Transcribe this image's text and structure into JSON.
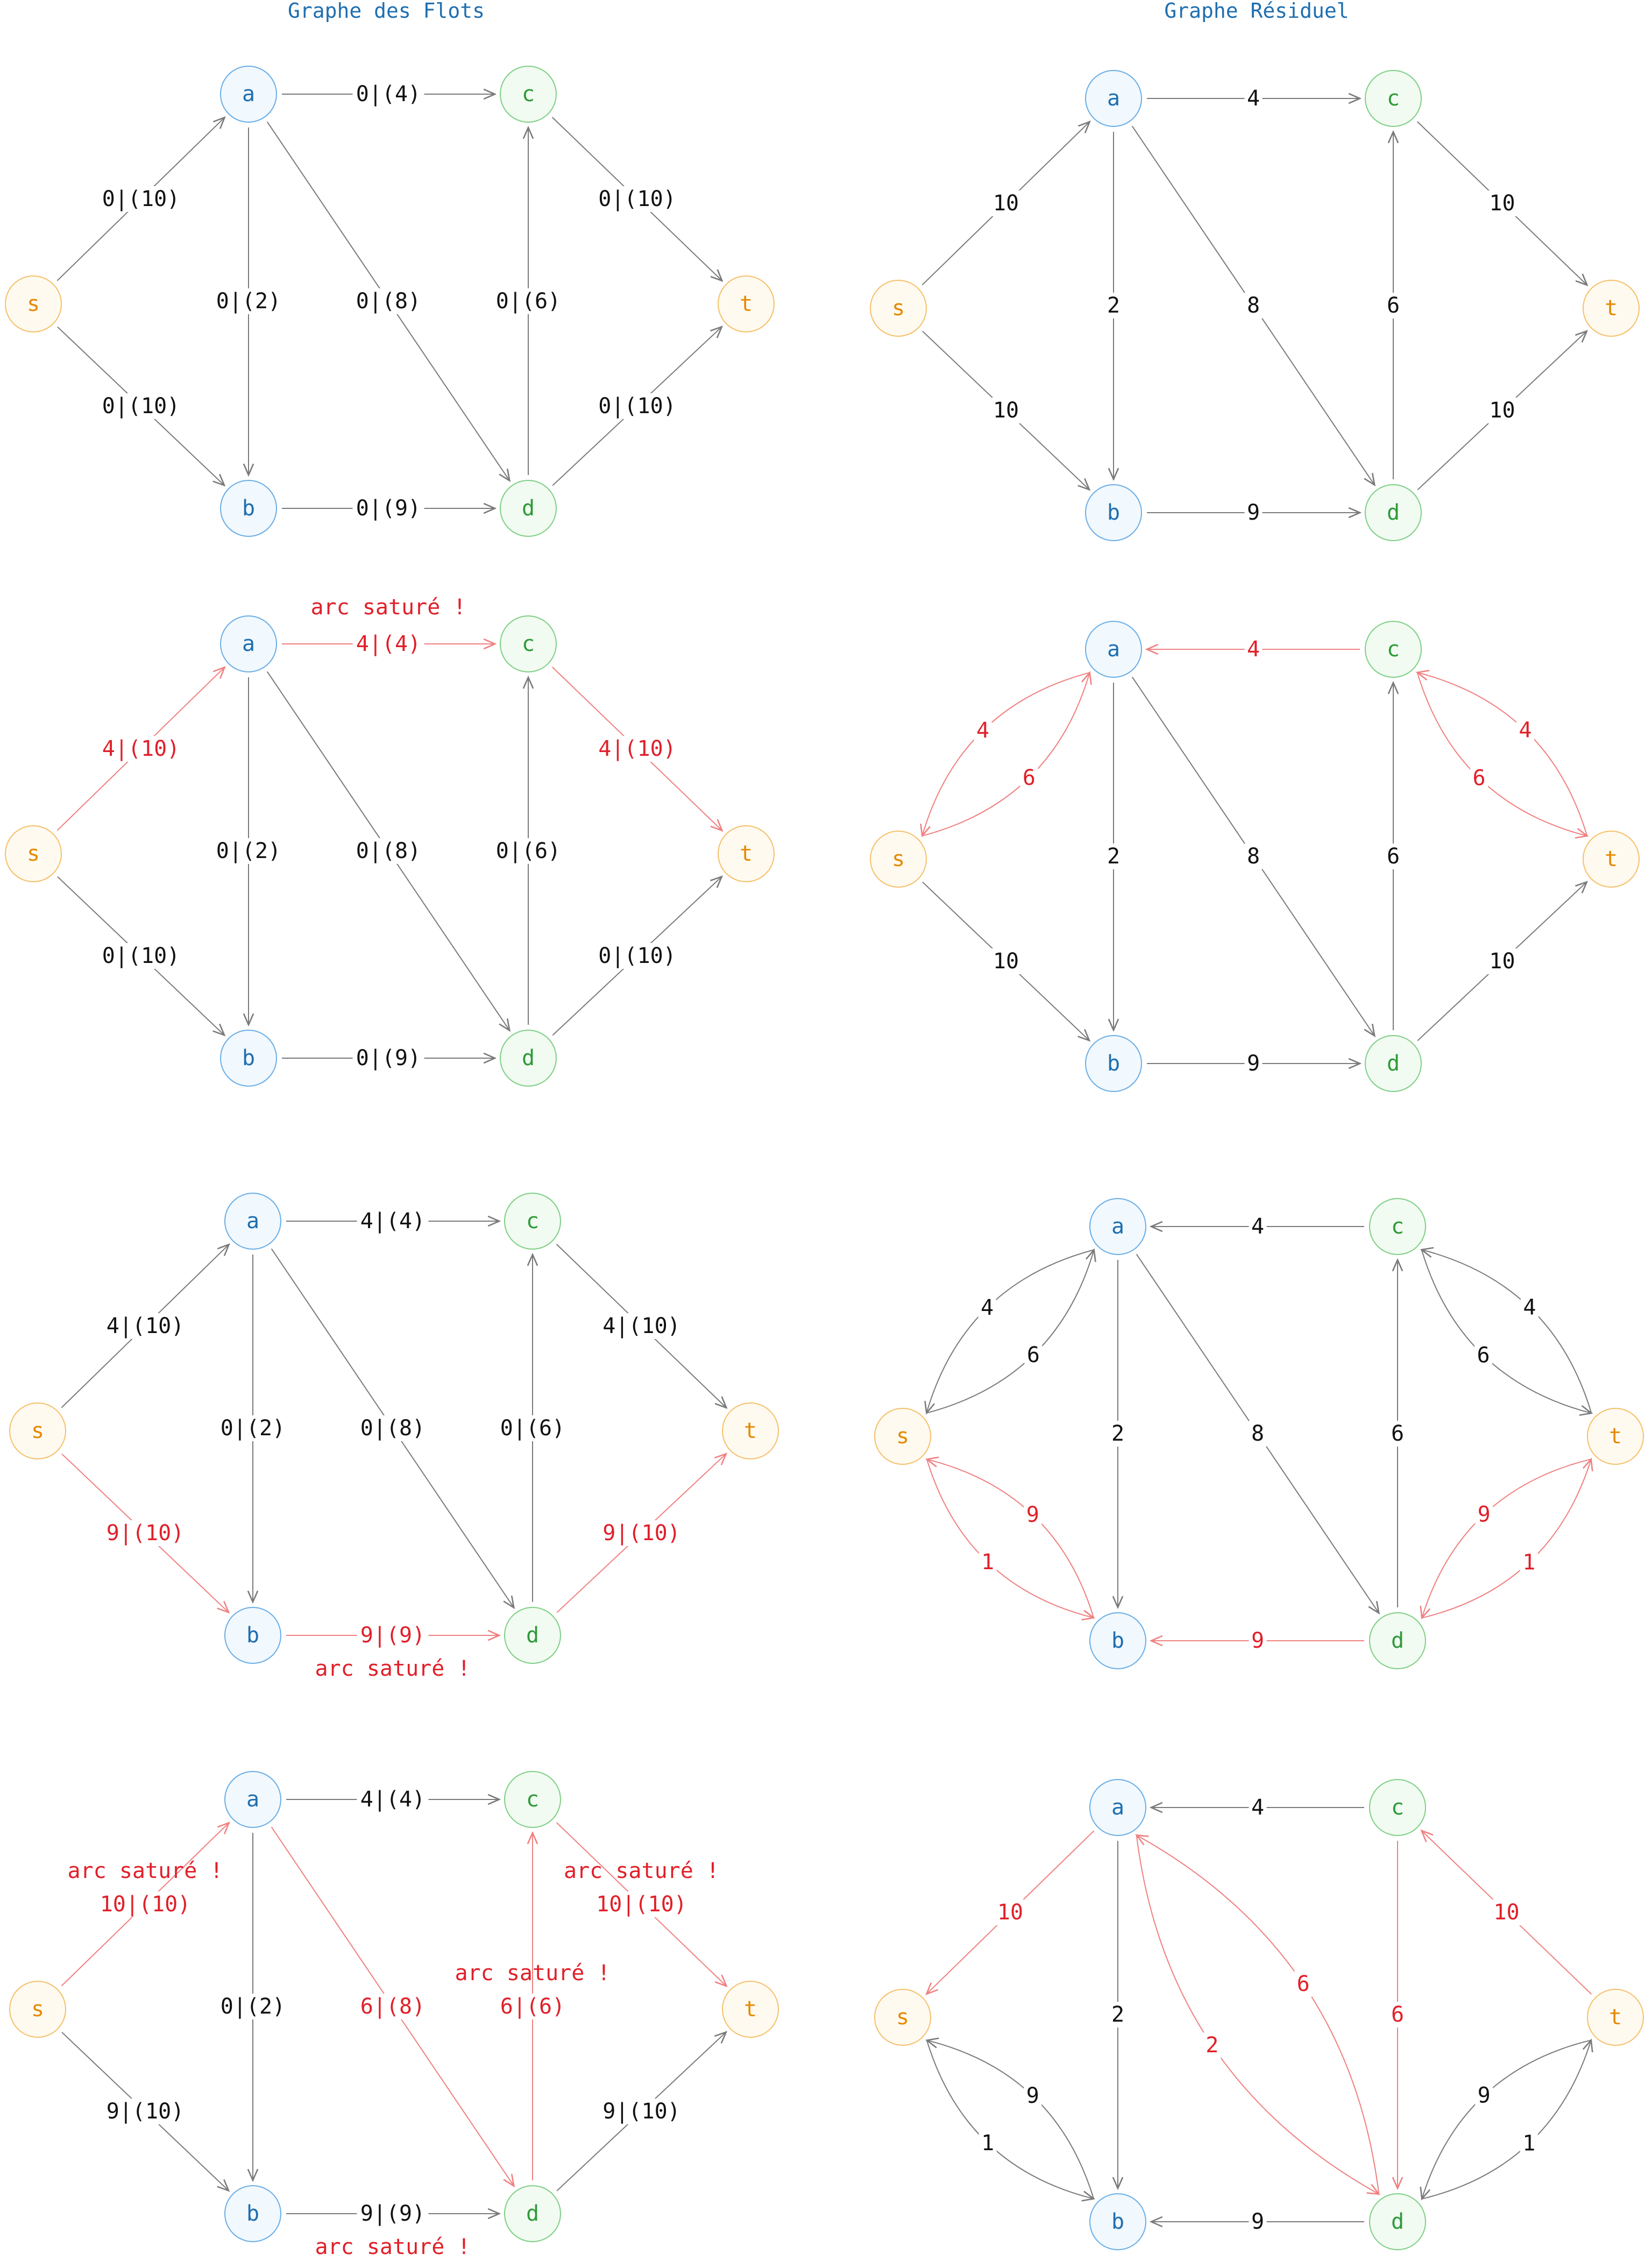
{
  "titles": {
    "left": "Graphe des Flots",
    "right": "Graphe Résiduel"
  },
  "colors": {
    "black_edge": "#7a7a7a",
    "red_edge": "#f08080",
    "red_text": "#e0202a",
    "black_text": "#111111",
    "blue_node": {
      "stroke": "#6aaee6",
      "fill": "#f1f8fe",
      "text": "#1f6fb0"
    },
    "green_node": {
      "stroke": "#7fcf86",
      "fill": "#f1fbf1",
      "text": "#2e9a3a"
    },
    "orange_node": {
      "stroke": "#f5c06a",
      "fill": "#fffaf0",
      "text": "#e58a00"
    }
  },
  "nodes": [
    {
      "id": "s",
      "label": "s",
      "group": "orange"
    },
    {
      "id": "a",
      "label": "a",
      "group": "blue"
    },
    {
      "id": "b",
      "label": "b",
      "group": "blue"
    },
    {
      "id": "c",
      "label": "c",
      "group": "green"
    },
    {
      "id": "d",
      "label": "d",
      "group": "green"
    },
    {
      "id": "t",
      "label": "t",
      "group": "orange"
    }
  ],
  "saturated_text": "arc saturé !",
  "panels": [
    {
      "side": "flow",
      "edges": [
        {
          "from": "s",
          "to": "a",
          "label": "0|(10)",
          "red": false
        },
        {
          "from": "s",
          "to": "b",
          "label": "0|(10)",
          "red": false
        },
        {
          "from": "a",
          "to": "c",
          "label": "0|(4)",
          "red": false
        },
        {
          "from": "a",
          "to": "b",
          "label": "0|(2)",
          "red": false
        },
        {
          "from": "a",
          "to": "d",
          "label": "0|(8)",
          "red": false
        },
        {
          "from": "b",
          "to": "d",
          "label": "0|(9)",
          "red": false
        },
        {
          "from": "d",
          "to": "c",
          "label": "0|(6)",
          "red": false
        },
        {
          "from": "c",
          "to": "t",
          "label": "0|(10)",
          "red": false
        },
        {
          "from": "d",
          "to": "t",
          "label": "0|(10)",
          "red": false
        }
      ]
    },
    {
      "side": "residual",
      "edges": [
        {
          "from": "s",
          "to": "a",
          "label": "10",
          "red": false
        },
        {
          "from": "s",
          "to": "b",
          "label": "10",
          "red": false
        },
        {
          "from": "a",
          "to": "c",
          "label": "4",
          "red": false
        },
        {
          "from": "a",
          "to": "b",
          "label": "2",
          "red": false
        },
        {
          "from": "a",
          "to": "d",
          "label": "8",
          "red": false
        },
        {
          "from": "b",
          "to": "d",
          "label": "9",
          "red": false
        },
        {
          "from": "d",
          "to": "c",
          "label": "6",
          "red": false
        },
        {
          "from": "c",
          "to": "t",
          "label": "10",
          "red": false
        },
        {
          "from": "d",
          "to": "t",
          "label": "10",
          "red": false
        }
      ]
    },
    {
      "side": "flow",
      "edges": [
        {
          "from": "s",
          "to": "a",
          "label": "4|(10)",
          "red": true
        },
        {
          "from": "s",
          "to": "b",
          "label": "0|(10)",
          "red": false
        },
        {
          "from": "a",
          "to": "c",
          "label": "4|(4)",
          "red": true,
          "saturated": true
        },
        {
          "from": "a",
          "to": "b",
          "label": "0|(2)",
          "red": false
        },
        {
          "from": "a",
          "to": "d",
          "label": "0|(8)",
          "red": false
        },
        {
          "from": "b",
          "to": "d",
          "label": "0|(9)",
          "red": false
        },
        {
          "from": "d",
          "to": "c",
          "label": "0|(6)",
          "red": false
        },
        {
          "from": "c",
          "to": "t",
          "label": "4|(10)",
          "red": true
        },
        {
          "from": "d",
          "to": "t",
          "label": "0|(10)",
          "red": false
        }
      ]
    },
    {
      "side": "residual",
      "edges": [
        {
          "from": "s",
          "to": "a",
          "label": "6",
          "red": true,
          "curve": 1
        },
        {
          "from": "a",
          "to": "s",
          "label": "4",
          "red": true,
          "curve": 1
        },
        {
          "from": "s",
          "to": "b",
          "label": "10",
          "red": false
        },
        {
          "from": "c",
          "to": "a",
          "label": "4",
          "red": true
        },
        {
          "from": "a",
          "to": "b",
          "label": "2",
          "red": false
        },
        {
          "from": "a",
          "to": "d",
          "label": "8",
          "red": false
        },
        {
          "from": "b",
          "to": "d",
          "label": "9",
          "red": false
        },
        {
          "from": "d",
          "to": "c",
          "label": "6",
          "red": false
        },
        {
          "from": "c",
          "to": "t",
          "label": "6",
          "red": true,
          "curve": 1
        },
        {
          "from": "t",
          "to": "c",
          "label": "4",
          "red": true,
          "curve": 1
        },
        {
          "from": "d",
          "to": "t",
          "label": "10",
          "red": false
        }
      ]
    },
    {
      "side": "flow",
      "edges": [
        {
          "from": "s",
          "to": "a",
          "label": "4|(10)",
          "red": false
        },
        {
          "from": "s",
          "to": "b",
          "label": "9|(10)",
          "red": true
        },
        {
          "from": "a",
          "to": "c",
          "label": "4|(4)",
          "red": false
        },
        {
          "from": "a",
          "to": "b",
          "label": "0|(2)",
          "red": false
        },
        {
          "from": "a",
          "to": "d",
          "label": "0|(8)",
          "red": false
        },
        {
          "from": "b",
          "to": "d",
          "label": "9|(9)",
          "red": true,
          "saturated": true,
          "sat_below": true
        },
        {
          "from": "d",
          "to": "c",
          "label": "0|(6)",
          "red": false
        },
        {
          "from": "c",
          "to": "t",
          "label": "4|(10)",
          "red": false
        },
        {
          "from": "d",
          "to": "t",
          "label": "9|(10)",
          "red": true
        }
      ]
    },
    {
      "side": "residual",
      "edges": [
        {
          "from": "s",
          "to": "a",
          "label": "6",
          "red": false,
          "curve": 1
        },
        {
          "from": "a",
          "to": "s",
          "label": "4",
          "red": false,
          "curve": 1
        },
        {
          "from": "s",
          "to": "b",
          "label": "1",
          "red": true,
          "curve": 1
        },
        {
          "from": "b",
          "to": "s",
          "label": "9",
          "red": true,
          "curve": 1
        },
        {
          "from": "c",
          "to": "a",
          "label": "4",
          "red": false
        },
        {
          "from": "a",
          "to": "b",
          "label": "2",
          "red": false
        },
        {
          "from": "a",
          "to": "d",
          "label": "8",
          "red": false
        },
        {
          "from": "d",
          "to": "b",
          "label": "9",
          "red": true
        },
        {
          "from": "d",
          "to": "c",
          "label": "6",
          "red": false
        },
        {
          "from": "c",
          "to": "t",
          "label": "6",
          "red": false,
          "curve": 1
        },
        {
          "from": "t",
          "to": "c",
          "label": "4",
          "red": false,
          "curve": 1
        },
        {
          "from": "d",
          "to": "t",
          "label": "1",
          "red": true,
          "curve": 1
        },
        {
          "from": "t",
          "to": "d",
          "label": "9",
          "red": true,
          "curve": 1
        }
      ]
    },
    {
      "side": "flow",
      "edges": [
        {
          "from": "s",
          "to": "a",
          "label": "10|(10)",
          "red": true,
          "saturated": true
        },
        {
          "from": "s",
          "to": "b",
          "label": "9|(10)",
          "red": false
        },
        {
          "from": "a",
          "to": "c",
          "label": "4|(4)",
          "red": false
        },
        {
          "from": "a",
          "to": "b",
          "label": "0|(2)",
          "red": false
        },
        {
          "from": "a",
          "to": "d",
          "label": "6|(8)",
          "red": true
        },
        {
          "from": "b",
          "to": "d",
          "label": "9|(9)",
          "red": false,
          "saturated": true,
          "sat_below": true
        },
        {
          "from": "d",
          "to": "c",
          "label": "6|(6)",
          "red": true,
          "saturated": true
        },
        {
          "from": "c",
          "to": "t",
          "label": "10|(10)",
          "red": true,
          "saturated": true
        },
        {
          "from": "d",
          "to": "t",
          "label": "9|(10)",
          "red": false
        }
      ]
    },
    {
      "side": "residual",
      "edges": [
        {
          "from": "a",
          "to": "s",
          "label": "10",
          "red": true
        },
        {
          "from": "s",
          "to": "b",
          "label": "1",
          "red": false,
          "curve": 1
        },
        {
          "from": "b",
          "to": "s",
          "label": "9",
          "red": false,
          "curve": 1
        },
        {
          "from": "c",
          "to": "a",
          "label": "4",
          "red": false
        },
        {
          "from": "a",
          "to": "b",
          "label": "2",
          "red": false
        },
        {
          "from": "a",
          "to": "d",
          "label": "2",
          "red": true,
          "curve": 1
        },
        {
          "from": "d",
          "to": "a",
          "label": "6",
          "red": true,
          "curve": 1
        },
        {
          "from": "d",
          "to": "b",
          "label": "9",
          "red": false
        },
        {
          "from": "c",
          "to": "d",
          "label": "6",
          "red": true
        },
        {
          "from": "t",
          "to": "c",
          "label": "10",
          "red": true
        },
        {
          "from": "d",
          "to": "t",
          "label": "1",
          "red": false,
          "curve": 1
        },
        {
          "from": "t",
          "to": "d",
          "label": "9",
          "red": false,
          "curve": 1
        }
      ]
    }
  ]
}
